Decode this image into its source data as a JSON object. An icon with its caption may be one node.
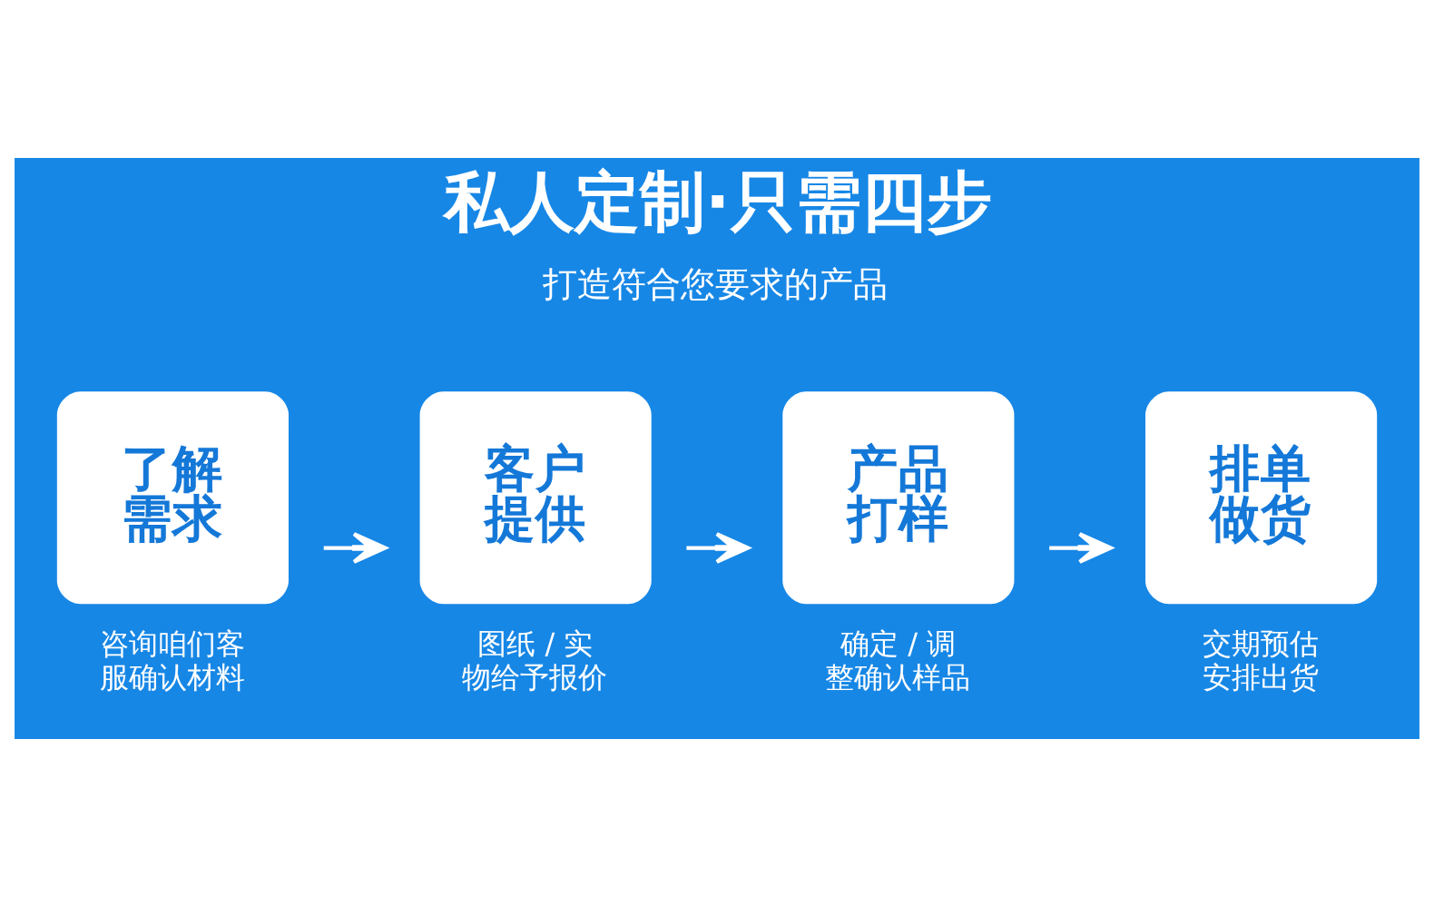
{
  "diagram": {
    "title": "私人定制·只需四步",
    "nodes": [
      {
        "text": [
          "了解需求"
        ],
        "beside": [
          "咨询咱们客服确认材料"
        ]
      },
      {
        "text": [
          "客户提供"
        ],
        "beside": [
          "图纸 / 实物给予报价"
        ]
      },
      {
        "text": [
          "产品打样"
        ],
        "beside": [
          "确定 / 调整确认样品"
        ]
      },
      {
        "text": [
          "排单做货"
        ],
        "beside": [
          "交期预估安排出货"
        ]
      }
    ],
    "edges": [
      {
        "from": 0,
        "to": 1,
        "arrow": "to"
      },
      {
        "from": 1,
        "to": 2,
        "arrow": "to"
      },
      {
        "from": 2,
        "to": 3,
        "arrow": "to"
      }
    ],
    "labels": [
      "打造符合您要求的产品"
    ]
  }
}
